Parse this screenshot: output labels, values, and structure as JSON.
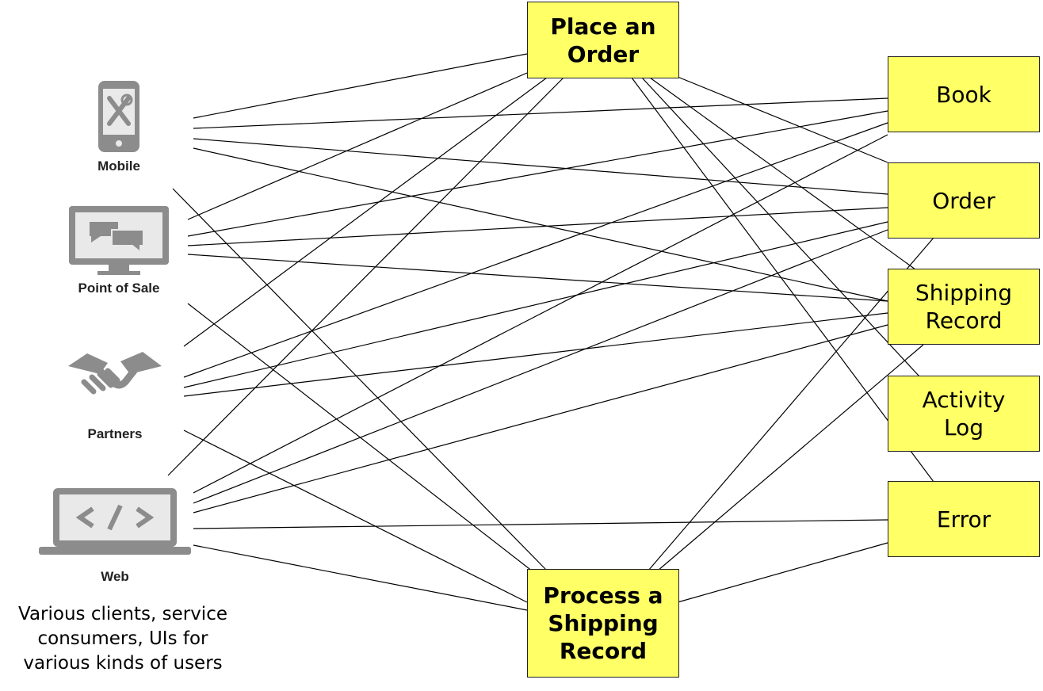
{
  "use_cases": [
    {
      "id": "place-order",
      "lines": [
        "Place an",
        "Order"
      ]
    },
    {
      "id": "process-shipping",
      "lines": [
        "Process a",
        "Shipping",
        "Record"
      ]
    }
  ],
  "entities": [
    {
      "id": "book",
      "lines": [
        "Book"
      ]
    },
    {
      "id": "order",
      "lines": [
        "Order"
      ]
    },
    {
      "id": "shipping-record",
      "lines": [
        "Shipping",
        "Record"
      ]
    },
    {
      "id": "activity-log",
      "lines": [
        "Activity",
        "Log"
      ]
    },
    {
      "id": "error",
      "lines": [
        "Error"
      ]
    }
  ],
  "clients": [
    {
      "id": "mobile",
      "label": "Mobile",
      "icon": "mobile-tools-icon"
    },
    {
      "id": "pos",
      "label": "Point of Sale",
      "icon": "monitor-chat-icon"
    },
    {
      "id": "partners",
      "label": "Partners",
      "icon": "handshake-icon"
    },
    {
      "id": "web",
      "label": "Web",
      "icon": "laptop-code-icon"
    }
  ],
  "caption": [
    "Various clients, service",
    "consumers, UIs for",
    "various kinds of users"
  ],
  "colors": {
    "box_fill": "#ffff66",
    "icon_gray": "#8c8c8c",
    "line": "#000000"
  }
}
